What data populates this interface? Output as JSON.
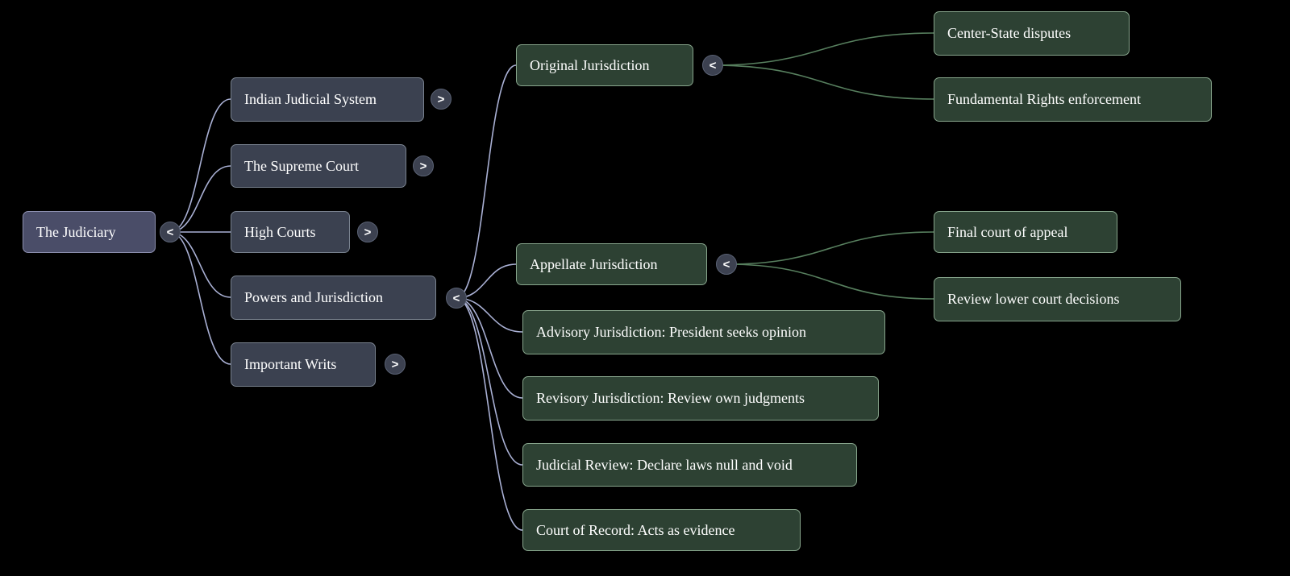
{
  "colors": {
    "background": "#000000",
    "root_fill": "#4a4d68",
    "root_border": "#8d90b0",
    "branch_fill": "#3b4150",
    "branch_border": "#79828f",
    "leaf_fill": "#2d4133",
    "leaf_border": "#87a58c",
    "edge_primary": "#a9b0d4",
    "edge_green": "#577f5e",
    "toggle_fill": "#3c4150",
    "toggle_border": "#5a6274",
    "text": "#ffffff"
  },
  "nodes": {
    "root": {
      "label": "The Judiciary",
      "toggle": "<"
    },
    "level2": [
      {
        "label": "Indian Judicial System",
        "toggle": ">"
      },
      {
        "label": "The Supreme Court",
        "toggle": ">"
      },
      {
        "label": "High Courts",
        "toggle": ">"
      },
      {
        "label": "Powers and Jurisdiction",
        "toggle": "<"
      },
      {
        "label": "Important Writs",
        "toggle": ">"
      }
    ],
    "level3": [
      {
        "label": "Original Jurisdiction",
        "toggle": "<"
      },
      {
        "label": "Appellate Jurisdiction",
        "toggle": "<"
      },
      {
        "label": "Advisory Jurisdiction: President seeks opinion"
      },
      {
        "label": "Revisory Jurisdiction: Review own judgments"
      },
      {
        "label": "Judicial Review: Declare laws null and void"
      },
      {
        "label": "Court of Record: Acts as evidence"
      }
    ],
    "level4": [
      {
        "label": "Center-State disputes"
      },
      {
        "label": "Fundamental Rights enforcement"
      },
      {
        "label": "Final court of appeal"
      },
      {
        "label": "Review lower court decisions"
      }
    ]
  }
}
